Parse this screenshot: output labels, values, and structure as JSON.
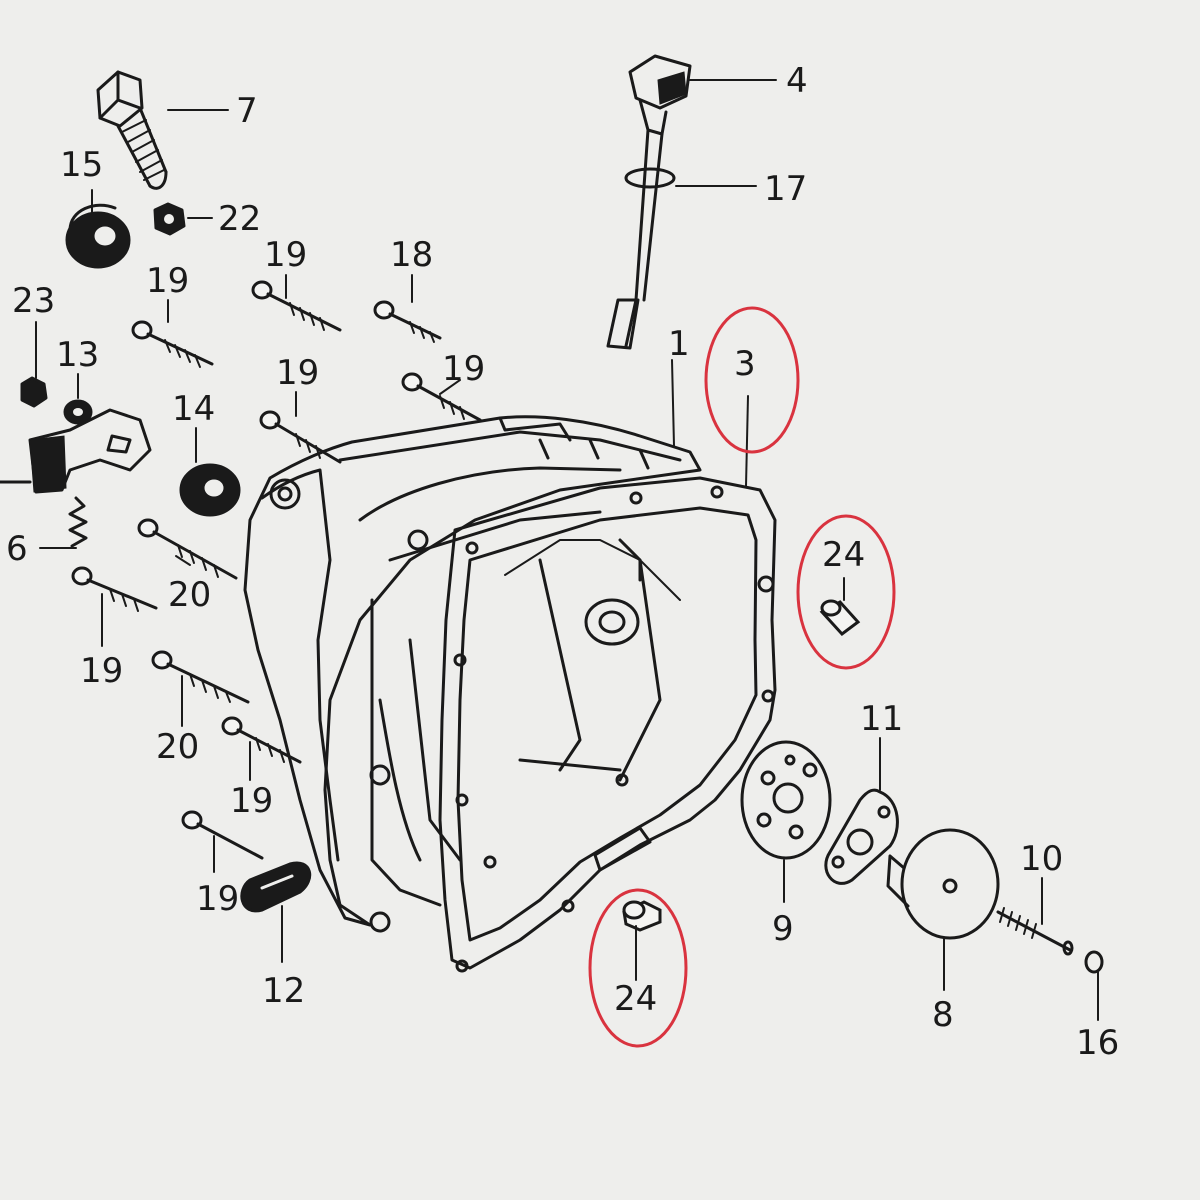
{
  "highlight_color": "#d9333f",
  "parts": [
    {
      "id": "p1",
      "number": "1"
    },
    {
      "id": "p3",
      "number": "3",
      "highlighted": true
    },
    {
      "id": "p4",
      "number": "4"
    },
    {
      "id": "p6",
      "number": "6"
    },
    {
      "id": "p7",
      "number": "7"
    },
    {
      "id": "p8",
      "number": "8"
    },
    {
      "id": "p9",
      "number": "9"
    },
    {
      "id": "p10",
      "number": "10"
    },
    {
      "id": "p11",
      "number": "11"
    },
    {
      "id": "p12",
      "number": "12"
    },
    {
      "id": "p13",
      "number": "13"
    },
    {
      "id": "p14",
      "number": "14"
    },
    {
      "id": "p15",
      "number": "15"
    },
    {
      "id": "p16",
      "number": "16"
    },
    {
      "id": "p17",
      "number": "17"
    },
    {
      "id": "p18",
      "number": "18"
    },
    {
      "id": "p19a",
      "number": "19"
    },
    {
      "id": "p19b",
      "number": "19"
    },
    {
      "id": "p19c",
      "number": "19"
    },
    {
      "id": "p19d",
      "number": "19"
    },
    {
      "id": "p19e",
      "number": "19"
    },
    {
      "id": "p19f",
      "number": "19"
    },
    {
      "id": "p19g",
      "number": "19"
    },
    {
      "id": "p20a",
      "number": "20"
    },
    {
      "id": "p20b",
      "number": "20"
    },
    {
      "id": "p22",
      "number": "22"
    },
    {
      "id": "p23",
      "number": "23"
    },
    {
      "id": "p24a",
      "number": "24",
      "highlighted": true
    },
    {
      "id": "p24b",
      "number": "24",
      "highlighted": true
    }
  ]
}
